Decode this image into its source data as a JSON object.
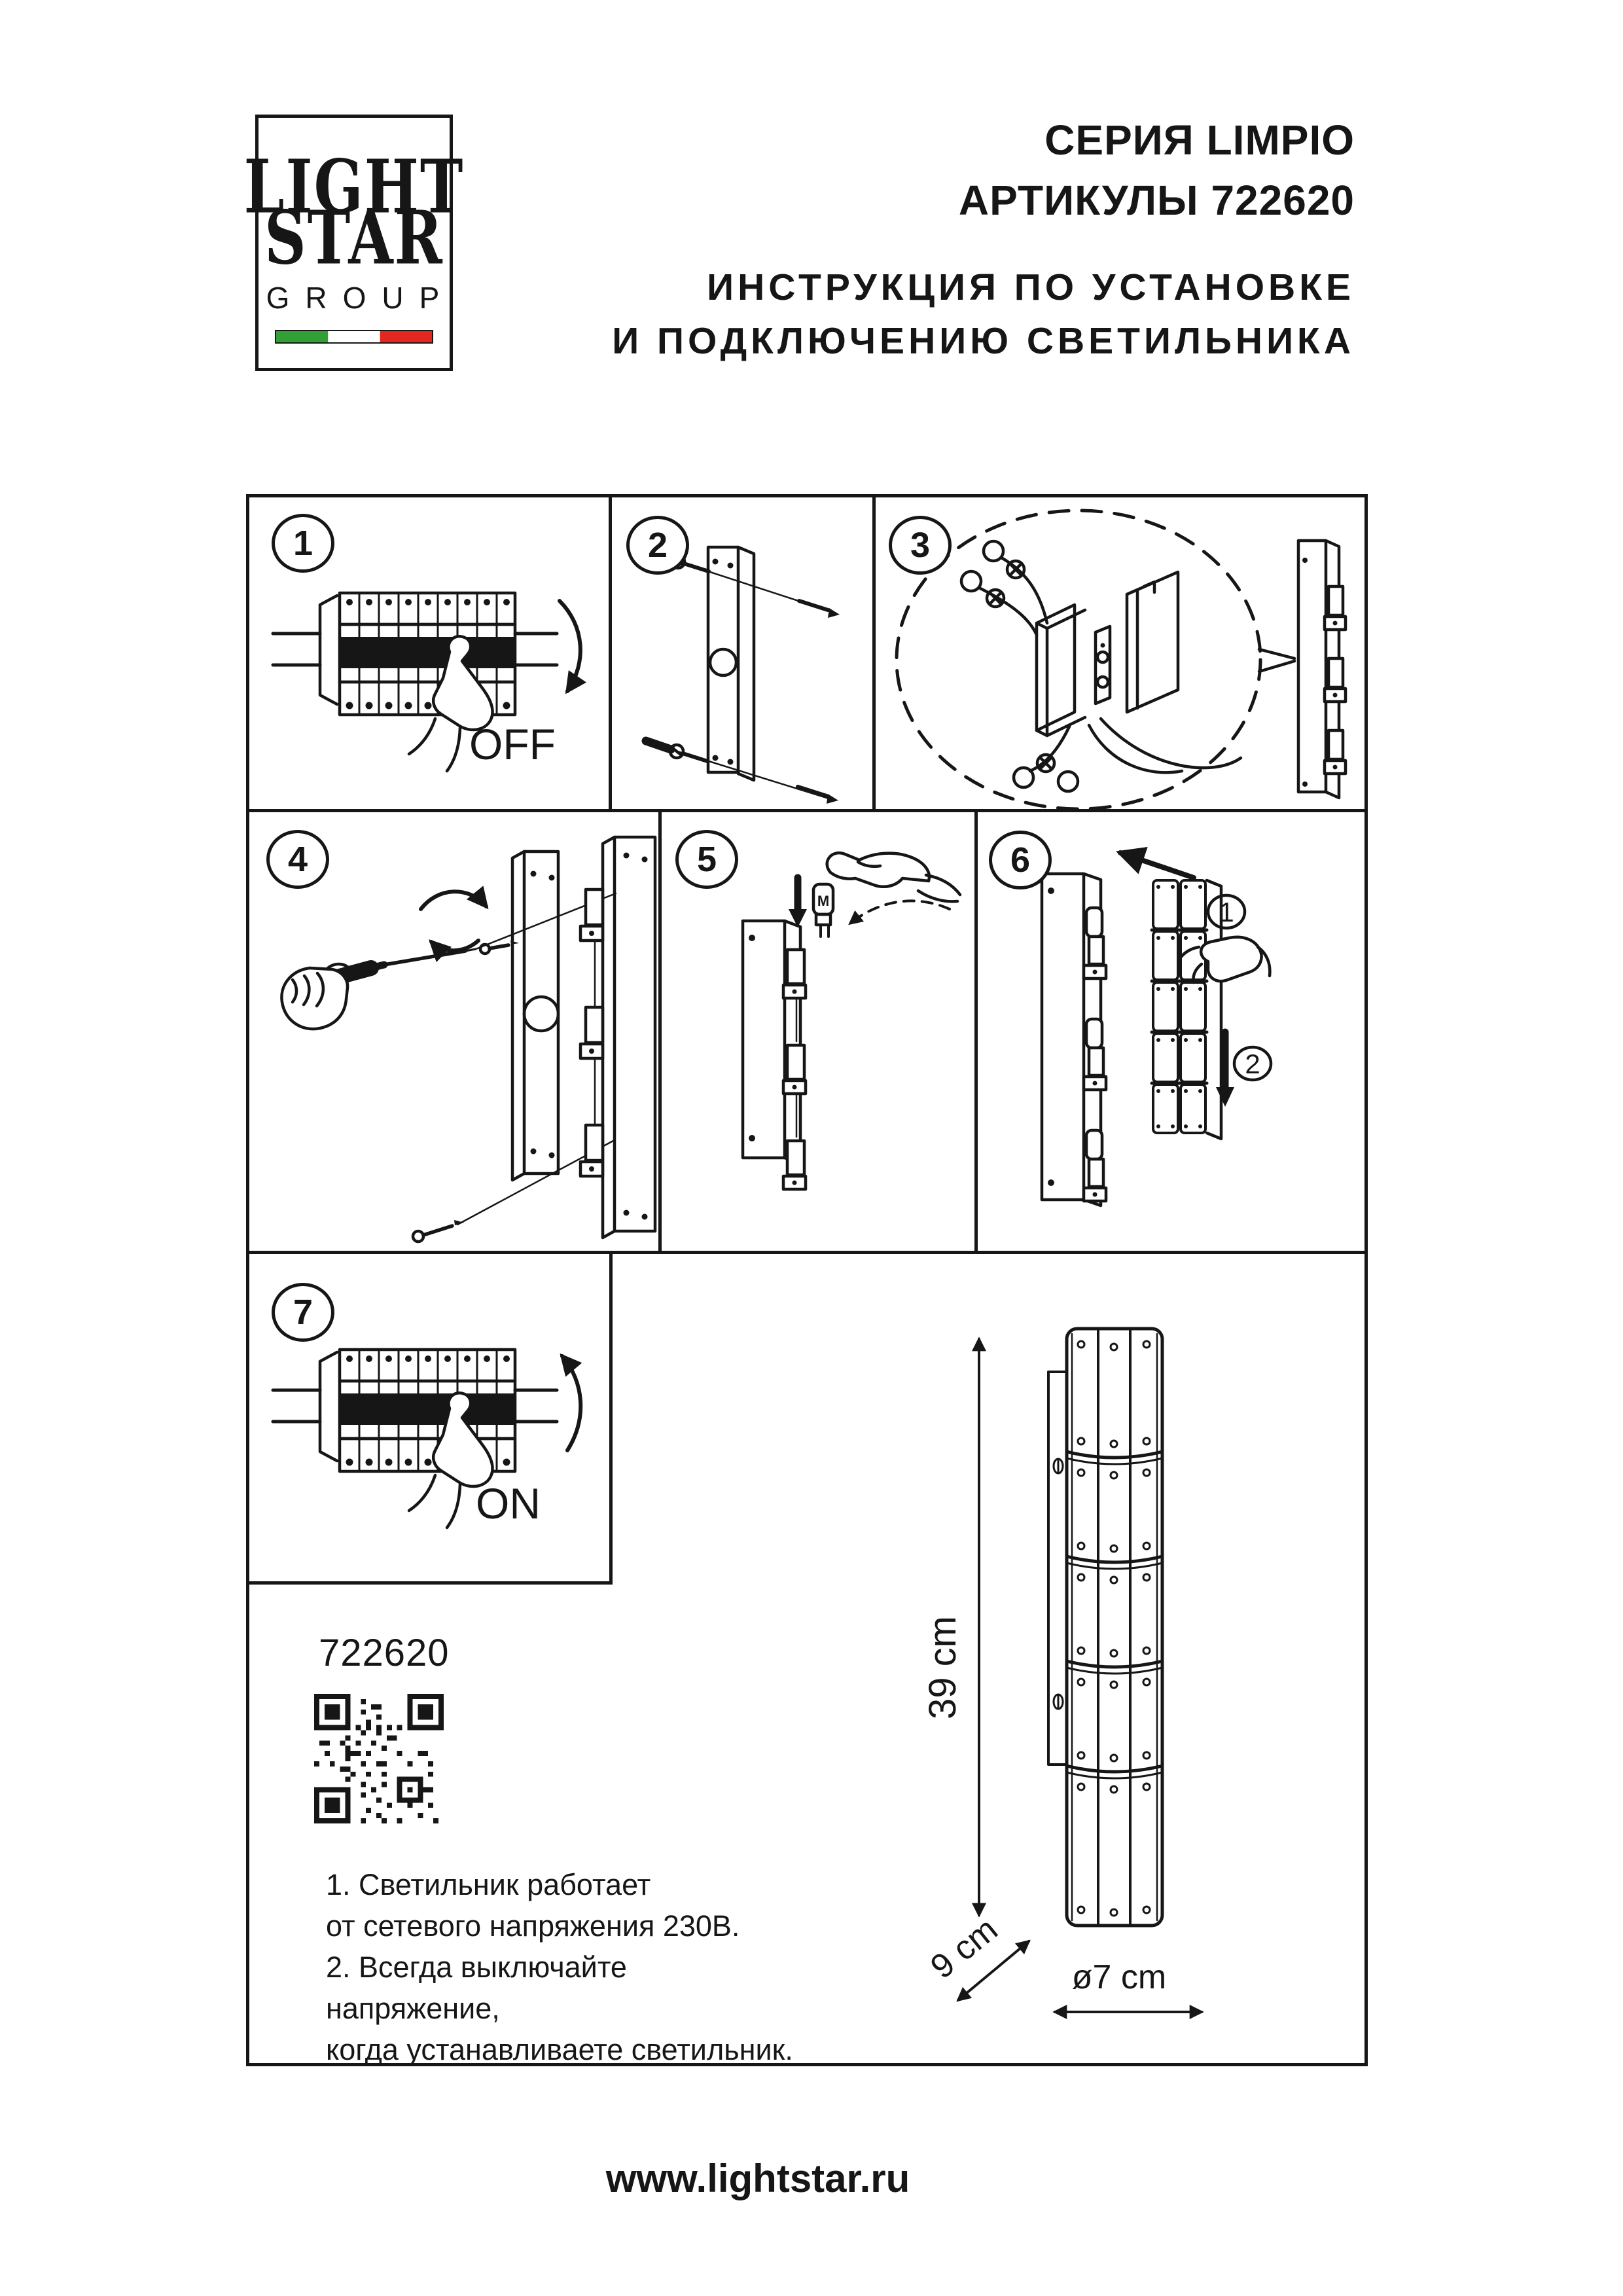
{
  "logo": {
    "line1": "LIGHT",
    "line2": "STAR",
    "line3": "GROUP",
    "flag_green": "#31a136",
    "flag_white": "#ffffff",
    "flag_red": "#e3271e"
  },
  "header": {
    "series_line": "СЕРИЯ LIMPIO",
    "article_line": "АРТИКУЛЫ 722620",
    "instruction_line1": "ИНСТРУКЦИЯ ПО УСТАНОВКЕ",
    "instruction_line2": "И ПОДКЛЮЧЕНИЮ СВЕТИЛЬНИКА"
  },
  "steps": [
    {
      "number": "1",
      "label": "OFF"
    },
    {
      "number": "2"
    },
    {
      "number": "3"
    },
    {
      "number": "4"
    },
    {
      "number": "5",
      "bulb_mark": "M"
    },
    {
      "number": "6",
      "inner_step1": "1",
      "inner_step2": "2"
    },
    {
      "number": "7",
      "label": "ON"
    }
  ],
  "product": {
    "article": "722620",
    "notes": [
      "1. Светильник работает",
      "от сетевого напряжения 230В.",
      "2. Всегда выключайте напряжение,",
      "когда устанавливаете светильник."
    ]
  },
  "dimensions": {
    "height": "39 cm",
    "depth": "9 cm",
    "diameter": "ø7 cm"
  },
  "footer": {
    "website": "www.lightstar.ru"
  }
}
